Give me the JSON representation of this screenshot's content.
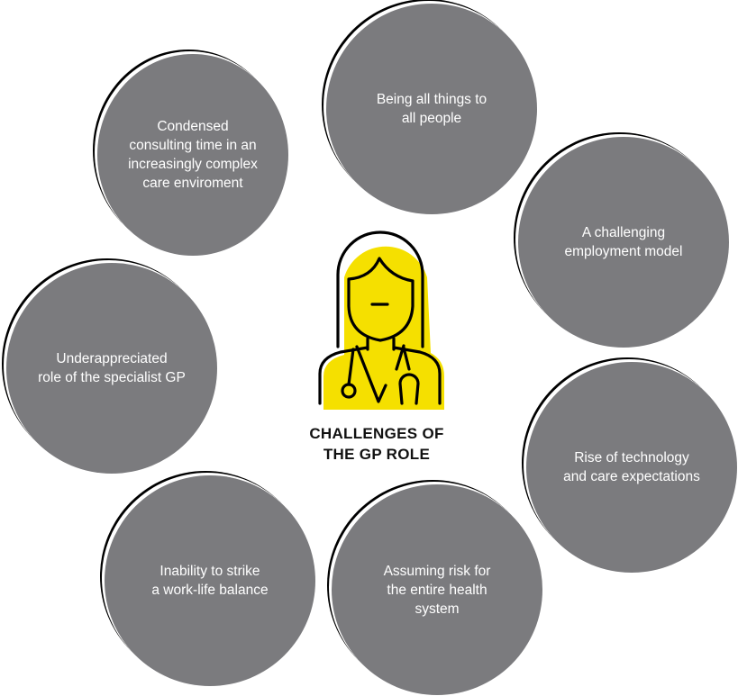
{
  "title_line1": "CHALLENGES OF",
  "title_line2": "THE GP ROLE",
  "challenges": [
    "Condensed\nconsulting time in an\nincreasingly complex\ncare enviroment",
    "Being all things to\nall people",
    "A challenging\nemployment model",
    "Underappreciated\nrole of the specialist GP",
    "Rise of technology\nand care expectations",
    "Inability to strike\na work-life balance",
    "Assuming risk for\nthe entire health\nsystem"
  ],
  "icon": "female-doctor-icon",
  "colors": {
    "circle": "#7b7b7e",
    "accent": "#f5e000",
    "outline": "#000000"
  }
}
